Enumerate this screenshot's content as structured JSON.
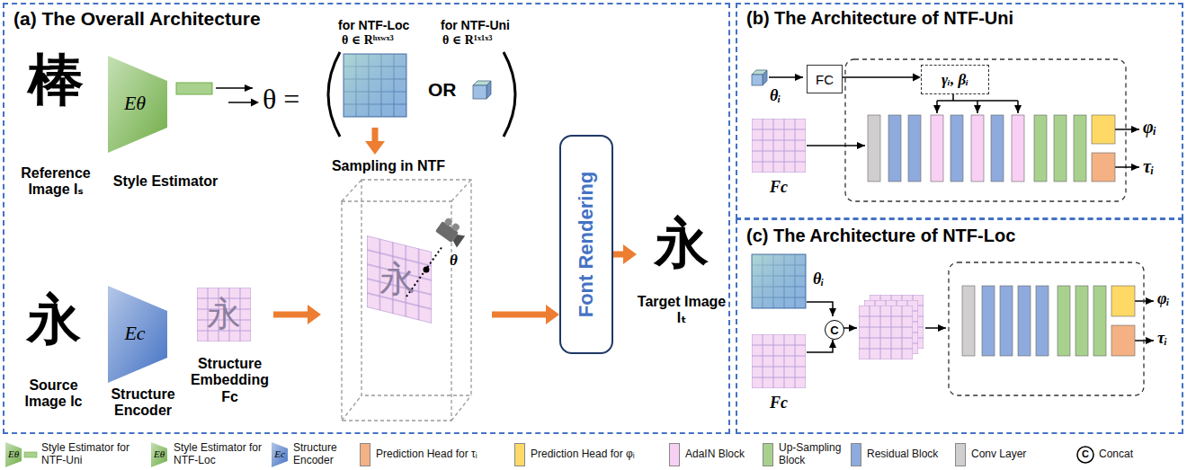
{
  "diagram": {
    "nodes": [
      {
        "text": [
          "(a) The Overall Architecture"
        ]
      },
      {
        "text": [
          "棒",
          "Reference Image Iₛ"
        ],
        "in": 0
      },
      {
        "text": [
          "Eθ",
          "Style Estimator"
        ],
        "in": 0
      },
      {
        "text": [
          "θ ="
        ],
        "in": 0
      },
      {
        "text": [
          "永",
          "Source Image Ic"
        ],
        "in": 0
      },
      {
        "text": [
          "Ec",
          "Structure Encoder"
        ],
        "in": 0
      },
      {
        "text": [
          "Structure Embedding Fc"
        ],
        "in": 0
      },
      {
        "text": [
          "Sampling in NTF"
        ],
        "in": 0
      },
      {
        "text": [
          "Font Rendering"
        ],
        "in": 0
      },
      {
        "text": [
          "永",
          "Target Image Iₜ"
        ],
        "in": 0
      },
      {
        "text": [
          "(b) The Architecture of NTF-Uni"
        ]
      },
      {
        "text": [
          "FC"
        ],
        "in": 10
      },
      {
        "text": [
          "γᵢ, βᵢ"
        ],
        "in": 10
      },
      {
        "text": [
          "(c) The Architecture of NTF-Loc"
        ]
      },
      {
        "text": [
          "C"
        ],
        "in": 13
      }
    ],
    "edges": [
      {
        "from": 2,
        "to": 3,
        "arrow": "to"
      },
      {
        "from": 3,
        "to": 7,
        "arrow": "to"
      },
      {
        "from": 6,
        "to": 7,
        "arrow": "to"
      },
      {
        "from": 7,
        "to": 8,
        "arrow": "to"
      },
      {
        "from": 8,
        "to": 9,
        "arrow": "to"
      },
      {
        "from": 11,
        "to": 12,
        "arrow": "to"
      }
    ],
    "labels": [
      "for NTF-Loc",
      "θ ∈ Rʰˣʷˣ³",
      "for NTF-Uni",
      "θ ∈ R¹ˣ¹ˣ³",
      "OR",
      "永",
      "永",
      "θ",
      "θᵢ",
      "Fc",
      "φᵢ",
      "τᵢ",
      "θᵢ",
      "Fc",
      "φᵢ",
      "τᵢ",
      "Eθ",
      "Eθ",
      "Ec",
      "C"
    ],
    "legend": [
      {
        "text": "Style Estimator for NTF-Uni"
      },
      {
        "text": "Style Estimator for NTF-Loc"
      },
      {
        "text": "Structure Encoder"
      },
      {
        "text": "Prediction Head for τᵢ",
        "color": "#f4b183"
      },
      {
        "text": "Prediction Head for φᵢ",
        "color": "#ffd966"
      },
      {
        "text": "AdaIN Block",
        "color": "#f8d0f4"
      },
      {
        "text": "Up-Sampling Block",
        "color": "#a9d18e"
      },
      {
        "text": "Residual Block",
        "color": "#8faadc"
      },
      {
        "text": "Conv Layer",
        "color": "#d0cece"
      },
      {
        "text": "Concat"
      }
    ]
  }
}
